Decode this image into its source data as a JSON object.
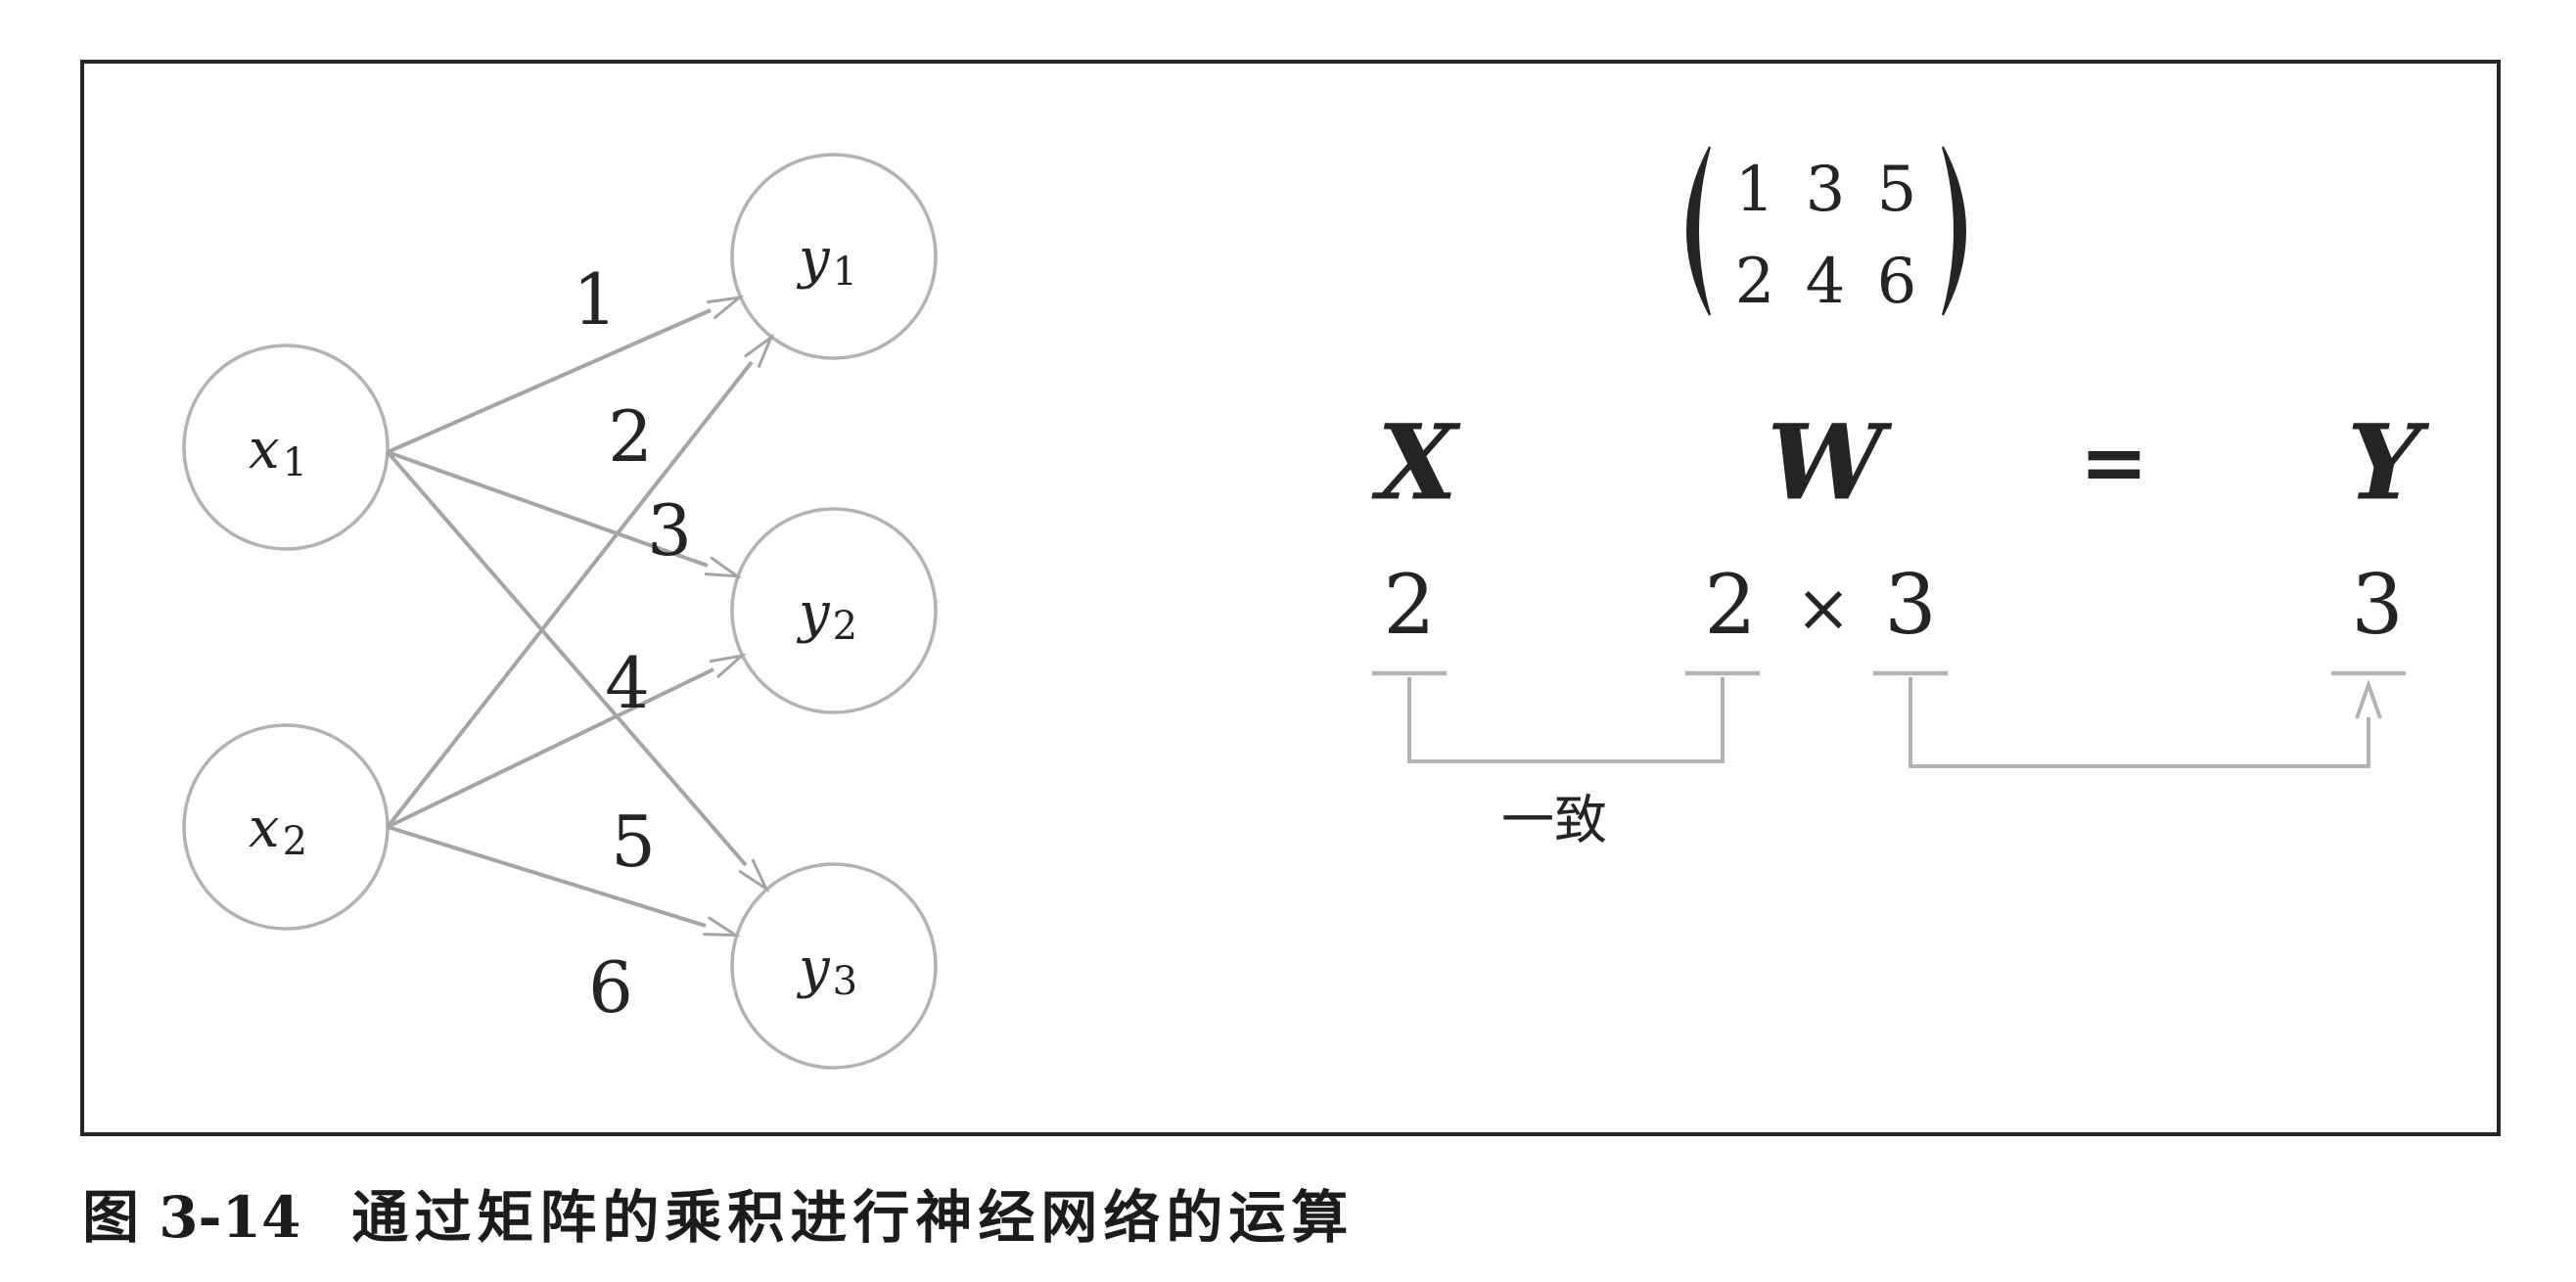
{
  "figure": {
    "caption": {
      "label": "图 3-14",
      "title": "通过矩阵的乘积进行神经网络的运算"
    }
  },
  "network": {
    "nodes": [
      {
        "id": "x1",
        "base": "x",
        "sub": "1"
      },
      {
        "id": "x2",
        "base": "x",
        "sub": "2"
      },
      {
        "id": "y1",
        "base": "y",
        "sub": "1"
      },
      {
        "id": "y2",
        "base": "y",
        "sub": "2"
      },
      {
        "id": "y3",
        "base": "y",
        "sub": "3"
      }
    ],
    "edges": [
      {
        "from": "x1",
        "to": "y1",
        "label": "1"
      },
      {
        "from": "x2",
        "to": "y1",
        "label": "2"
      },
      {
        "from": "x1",
        "to": "y2",
        "label": "3"
      },
      {
        "from": "x2",
        "to": "y2",
        "label": "4"
      },
      {
        "from": "x1",
        "to": "y3",
        "label": "5"
      },
      {
        "from": "x2",
        "to": "y3",
        "label": "6"
      }
    ]
  },
  "matrix": {
    "rows": [
      [
        "1",
        "3",
        "5"
      ],
      [
        "2",
        "4",
        "6"
      ]
    ]
  },
  "equation": {
    "x": "X",
    "w": "W",
    "equals": "=",
    "y": "Y"
  },
  "dimensions": {
    "x": "2",
    "w_rows": "2",
    "times": "×",
    "w_cols": "3",
    "y": "3"
  },
  "annotation": {
    "match_label": "一致"
  },
  "colors": {
    "diagram_gray": "#a5a5a5",
    "node_stroke_gray": "#b3b3b3",
    "text_black": "#242424",
    "border_black": "#262626"
  }
}
